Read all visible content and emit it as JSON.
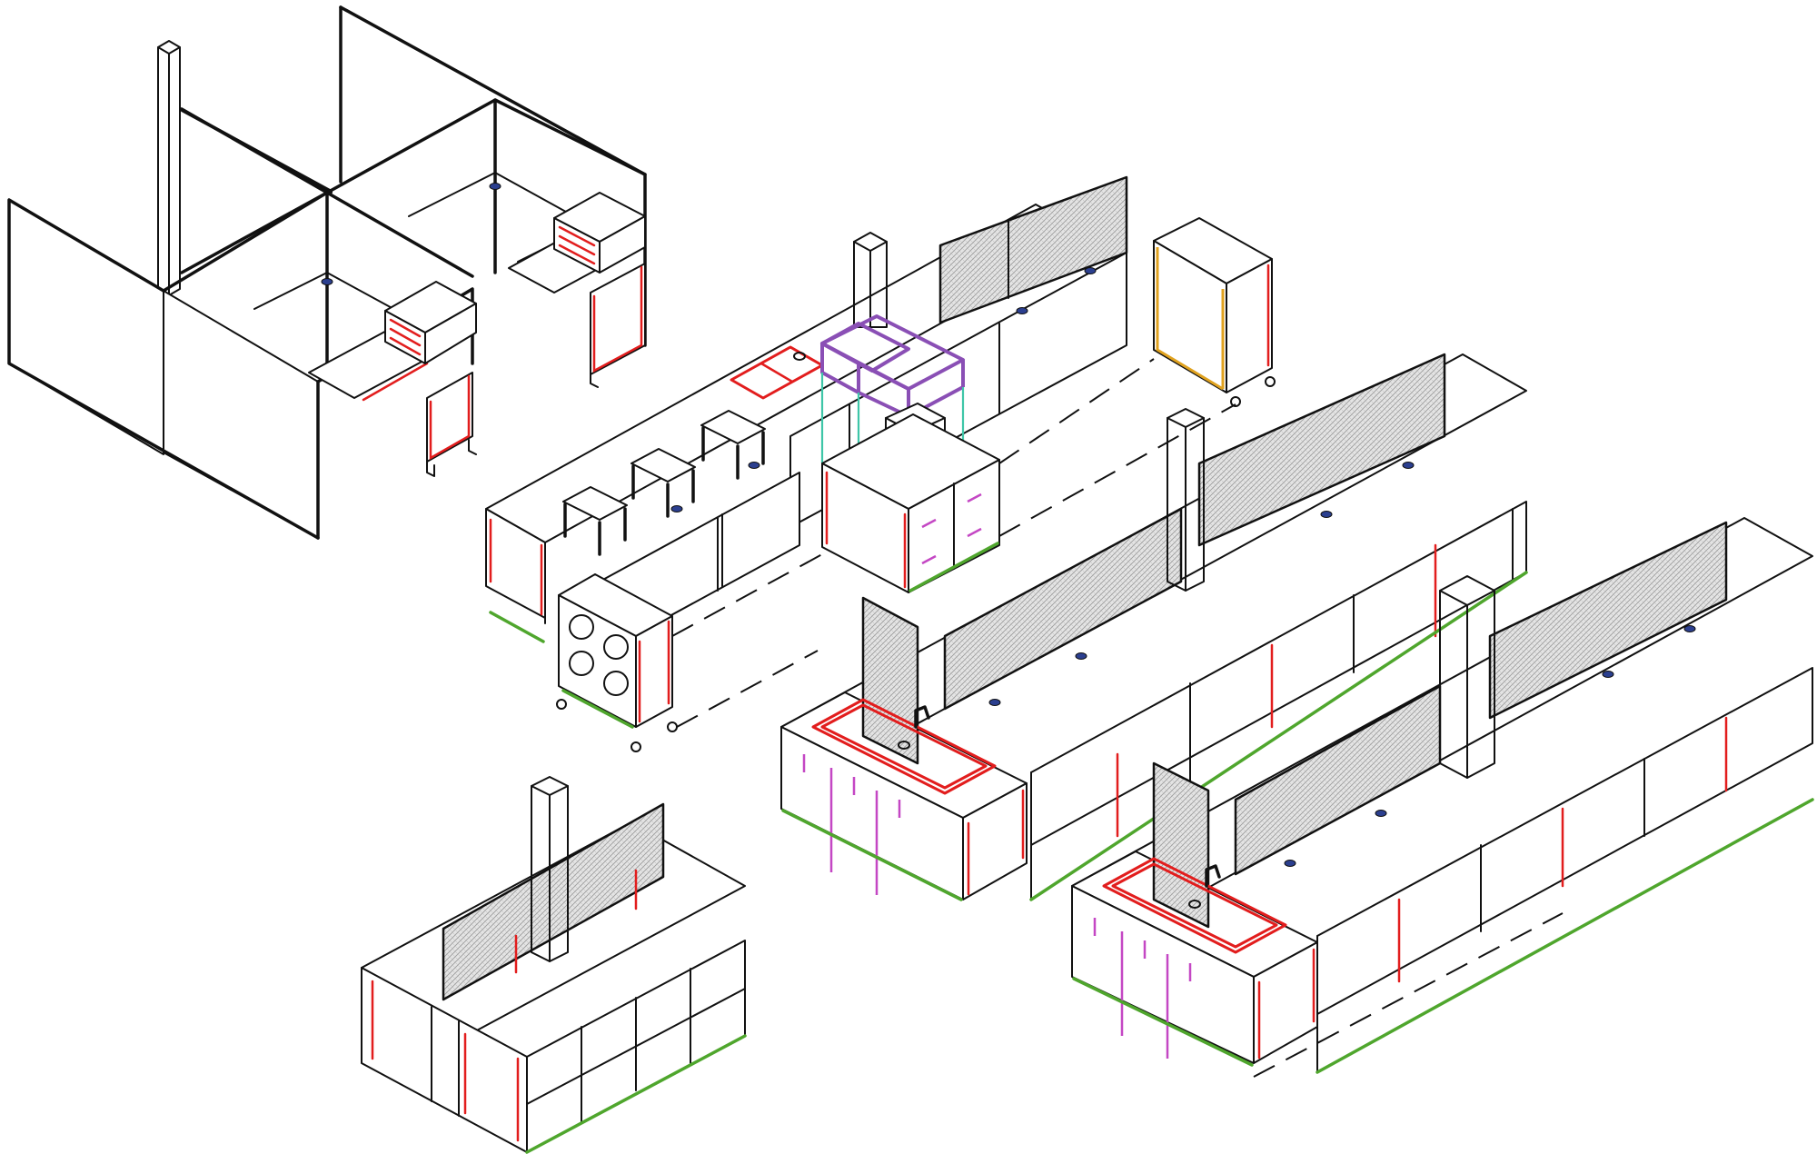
{
  "drawing": {
    "view": "isometric",
    "style": "line-drawing",
    "background_color": "#ffffff",
    "line_color": "#111111",
    "accent_colors": {
      "frame_red": "#e21d1d",
      "base_green": "#4fa62d",
      "shelf_purple": "#8a4fb5",
      "handle_magenta": "#c447c4",
      "glass_teal": "#3ec6a8",
      "cart_yellow": "#e0a21f",
      "data_port_blue": "#2b3f8f",
      "mesh_gray": "#cfcfcf"
    }
  },
  "objects": [
    {
      "id": "cubicle-workstations",
      "icon": "office-cubicle-icon"
    },
    {
      "id": "wet-bench-with-sink",
      "icon": "sink-icon"
    },
    {
      "id": "upper-shelving-unit",
      "icon": "shelf-icon"
    },
    {
      "id": "mobile-cart-top",
      "icon": "cart-icon"
    },
    {
      "id": "mobile-cart-with-dials",
      "icon": "cart-icon"
    },
    {
      "id": "lab-stools",
      "icon": "stool-icon"
    },
    {
      "id": "utility-column-1",
      "icon": "column-icon"
    },
    {
      "id": "utility-column-2",
      "icon": "column-icon"
    },
    {
      "id": "utility-column-3",
      "icon": "column-icon"
    },
    {
      "id": "utility-column-4",
      "icon": "column-icon"
    },
    {
      "id": "island-bench-row-1",
      "icon": "lab-bench-icon"
    },
    {
      "id": "island-bench-row-2",
      "icon": "lab-bench-icon"
    },
    {
      "id": "island-bench-small",
      "icon": "lab-bench-icon"
    }
  ]
}
